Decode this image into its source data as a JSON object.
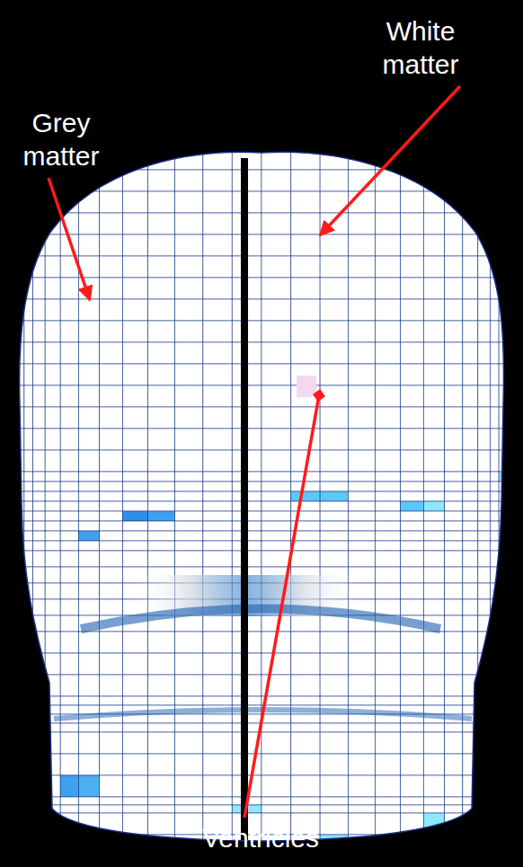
{
  "diagram": {
    "labels": [
      "Grey matter",
      "White matter",
      "Ventricles"
    ]
  }
}
